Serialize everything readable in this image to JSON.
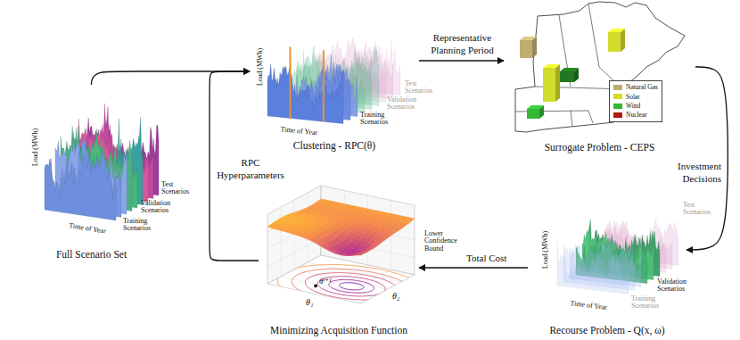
{
  "diagram": {
    "nodes": [
      {
        "text": [
          "Full Scenario Set"
        ]
      },
      {
        "text": [
          "Clustering - RPC(θ)"
        ]
      },
      {
        "text": [
          "Surrogate Problem - CEPS"
        ]
      },
      {
        "text": [
          "Recourse Problem - Q(x, ω)"
        ]
      },
      {
        "text": [
          "Minimizing Acquisition Function"
        ]
      }
    ],
    "edges": [
      {
        "from": 0,
        "to": 1,
        "arrow": "to"
      },
      {
        "from": 1,
        "to": 2,
        "label": "Representative Planning Period",
        "arrow": "to"
      },
      {
        "from": 2,
        "to": 3,
        "label": "Investment Decisions",
        "arrow": "to"
      },
      {
        "from": 3,
        "to": 4,
        "label": "Total Cost",
        "arrow": "to"
      },
      {
        "from": 4,
        "to": 1,
        "label": "RPC Hyperparameters",
        "arrow": "to"
      }
    ],
    "labels": [
      "Load (MWh)",
      "Time of Year",
      "Test Scenarios",
      "Validation Scenarios",
      "Training Scenarios",
      "Load (MWh)",
      "Time of Year",
      "Test Scenarios",
      "Validation Scenarios",
      "Training Scenarios",
      "Load (MWh)",
      "Time of Year",
      "Test Scenarios",
      "Validation Scenarios",
      "Training Scenarios",
      "Lower Confidence Bound",
      "θ₁",
      "θ₂",
      "θⁱ⁺¹"
    ],
    "legend": [
      {
        "text": "Natural Gas",
        "color": "#bfae72"
      },
      {
        "text": "Solar",
        "color": "#d2dc2c"
      },
      {
        "text": "Wind",
        "color": "#33b833"
      },
      {
        "text": "Nuclear",
        "color": "#b01a12"
      }
    ]
  }
}
